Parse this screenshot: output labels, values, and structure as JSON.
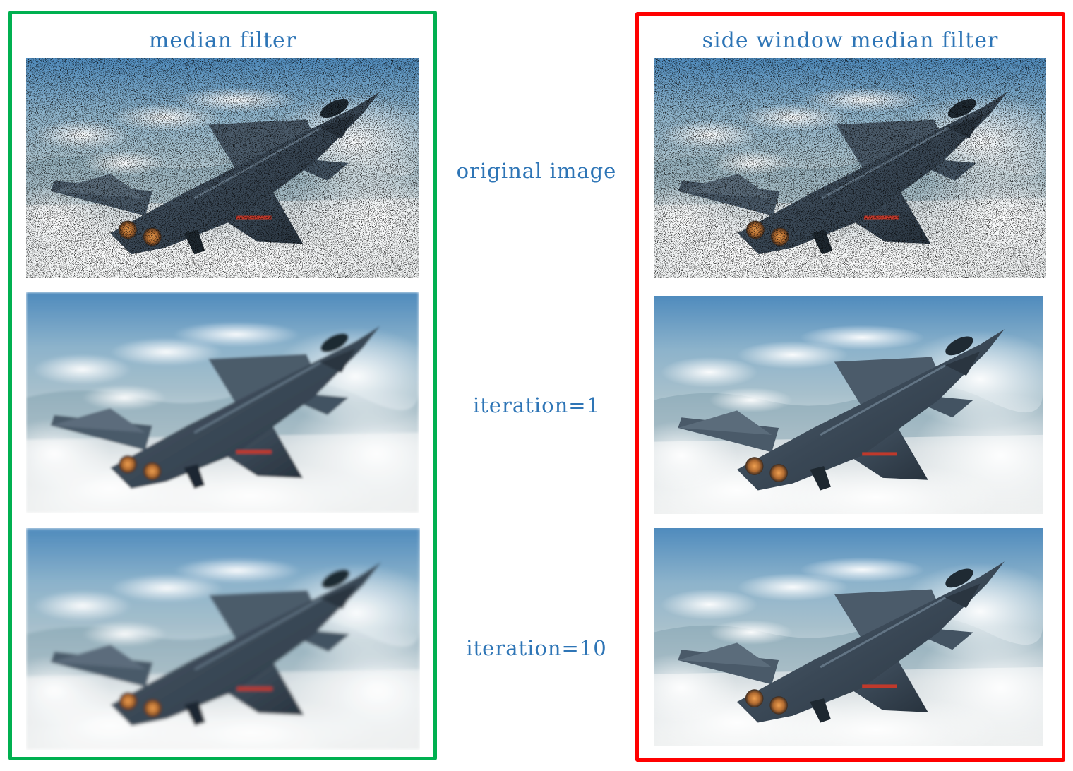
{
  "panels": {
    "left": {
      "title": "median filter",
      "border_color": "#00b050"
    },
    "right": {
      "title": "side window median filter",
      "border_color": "#ff0000"
    }
  },
  "rows": [
    {
      "label": "original image"
    },
    {
      "label": "iteration=1"
    },
    {
      "label": "iteration=10"
    }
  ],
  "colors": {
    "text": "#2e75b6",
    "sky_top": "#4a86b8",
    "sky_mid": "#8fb4cc",
    "cloud": "#e6ebee",
    "jet_body": "#3b4a58"
  }
}
